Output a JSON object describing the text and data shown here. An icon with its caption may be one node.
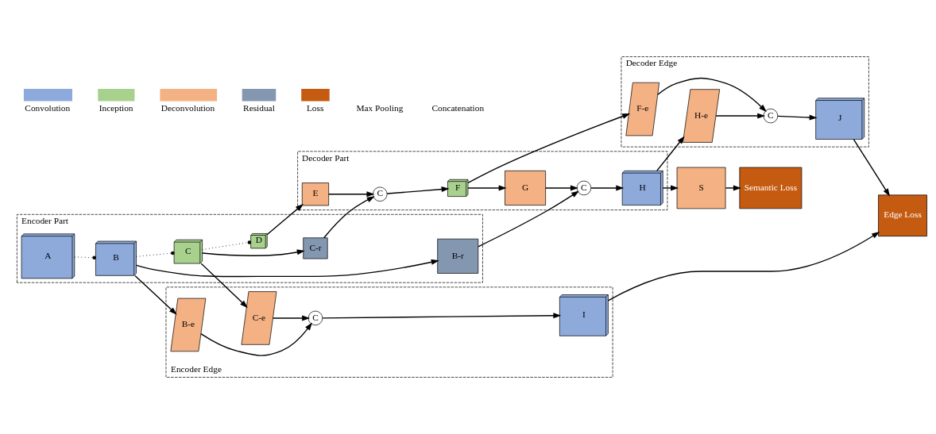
{
  "diagram": {
    "nodes": [
      {
        "text": [
          "Encoder Part"
        ]
      },
      {
        "text": [
          "A"
        ],
        "in": 0
      },
      {
        "text": [
          "B"
        ],
        "in": 0
      },
      {
        "text": [
          "B-r"
        ],
        "in": 0
      },
      {
        "text": [
          "C"
        ],
        "in": 0
      },
      {
        "text": [
          "C-r"
        ],
        "in": 0
      },
      {
        "text": [
          "D"
        ],
        "in": 0
      },
      {
        "text": [
          "Decoder Part"
        ]
      },
      {
        "text": [
          "E"
        ],
        "in": 7
      },
      {
        "text": [
          "C"
        ],
        "in": 7
      },
      {
        "text": [
          "F"
        ],
        "in": 7
      },
      {
        "text": [
          "G"
        ],
        "in": 7
      },
      {
        "text": [
          "C"
        ],
        "in": 7
      },
      {
        "text": [
          "H"
        ],
        "in": 7
      },
      {
        "text": [
          "S"
        ]
      },
      {
        "text": [
          "Encoder Edge"
        ]
      },
      {
        "text": [
          "B-e"
        ],
        "in": 15
      },
      {
        "text": [
          "C-e"
        ],
        "in": 15
      },
      {
        "text": [
          "C"
        ],
        "in": 15
      },
      {
        "text": [
          "I"
        ],
        "in": 15
      },
      {
        "text": [
          "Edge Loss"
        ]
      },
      {
        "text": [
          "Decoder Edge"
        ]
      },
      {
        "text": [
          "J"
        ],
        "in": 21
      },
      {
        "text": [
          "C"
        ],
        "in": 21
      },
      {
        "text": [
          "F-e"
        ],
        "in": 21
      },
      {
        "text": [
          "H-e"
        ],
        "in": 21
      },
      {
        "text": [
          "Semantic Loss"
        ]
      }
    ],
    "edges": [
      {
        "from": 1,
        "to": 2,
        "arrow": "other",
        "style": "dashed"
      },
      {
        "from": 2,
        "to": 4,
        "arrow": "other",
        "style": "dashed"
      },
      {
        "from": 4,
        "to": 6,
        "arrow": "other",
        "style": "dashed"
      },
      {
        "from": 2,
        "to": 3,
        "arrow": "to"
      },
      {
        "from": 4,
        "to": 5,
        "arrow": "to"
      },
      {
        "from": 6,
        "to": 8,
        "arrow": "to"
      },
      {
        "from": 8,
        "to": 9,
        "arrow": "to"
      },
      {
        "from": 5,
        "to": 9,
        "arrow": "to"
      },
      {
        "from": 9,
        "to": 10,
        "arrow": "to"
      },
      {
        "from": 10,
        "to": 11,
        "arrow": "to"
      },
      {
        "from": 11,
        "to": 12,
        "arrow": "to"
      },
      {
        "from": 3,
        "to": 12,
        "arrow": "to"
      },
      {
        "from": 12,
        "to": 13,
        "arrow": "to"
      },
      {
        "from": 13,
        "to": 14,
        "arrow": "to"
      },
      {
        "from": 14,
        "to": 26,
        "arrow": "to"
      },
      {
        "from": 2,
        "to": 16,
        "arrow": "to"
      },
      {
        "from": 4,
        "to": 17,
        "arrow": "to"
      },
      {
        "from": 17,
        "to": 18,
        "arrow": "to"
      },
      {
        "from": 16,
        "to": 18,
        "arrow": "to"
      },
      {
        "from": 18,
        "to": 19,
        "arrow": "to"
      },
      {
        "from": 19,
        "to": 20,
        "arrow": "to"
      },
      {
        "from": 10,
        "to": 24,
        "arrow": "to"
      },
      {
        "from": 13,
        "to": 25,
        "arrow": "to"
      },
      {
        "from": 24,
        "to": 23,
        "arrow": "to"
      },
      {
        "from": 25,
        "to": 23,
        "arrow": "to"
      },
      {
        "from": 23,
        "to": 22,
        "arrow": "to"
      },
      {
        "from": 22,
        "to": 20,
        "arrow": "to"
      }
    ],
    "legend": [
      {
        "text": "Convolution",
        "color": "#8eaadb"
      },
      {
        "text": "Inception",
        "color": "#a9d18e"
      },
      {
        "text": "Deconvolution",
        "color": "#f4b183"
      },
      {
        "text": "Residual",
        "color": "#8497b0"
      },
      {
        "text": "Loss",
        "color": "#c55a11"
      },
      {
        "text": "Max Pooling"
      },
      {
        "text": "Concatenation"
      }
    ]
  }
}
